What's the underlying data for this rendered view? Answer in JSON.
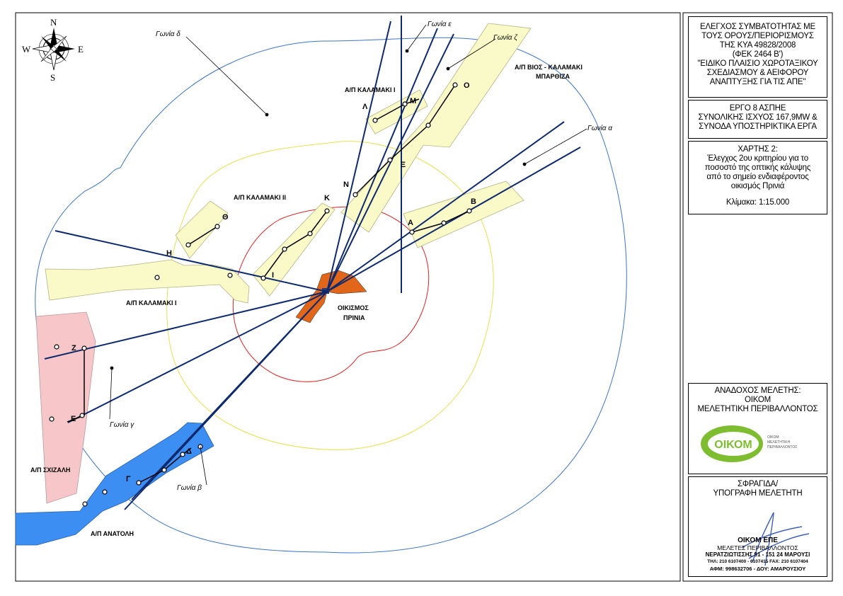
{
  "compass": {
    "n": "N",
    "s": "S",
    "e": "E",
    "w": "W"
  },
  "map_labels": {
    "ap_vios": [
      "Α/Π ΒΙΟΣ - ΚΑΛΑΜΑΚΙ",
      "ΜΠΑΡΘΙΖΑ"
    ],
    "ap_kalamaki_i_top": "Α/Π ΚΑΛΑΜΑΚΙ Ι",
    "ap_kalamaki_ii": "Α/Π ΚΑΛΑΜΑΚΙ ΙΙ",
    "ap_kalamaki_i_left": "Α/Π ΚΑΛΑΜΑΚΙ Ι",
    "oikismos": [
      "ΟΙΚΙΣΜΟΣ",
      "ΠΡΙΝΙΑ"
    ],
    "ap_schizali": "Α/Π ΣΧΙΖΑΛΗ",
    "ap_anatoli": "Α/Π ΑΝΑΤΟΛΗ"
  },
  "angle_labels": {
    "delta": "Γωνία δ",
    "epsilon": "Γωνία ε",
    "zeta": "Γωνία ζ",
    "alpha": "Γωνία α",
    "gamma": "Γωνία γ",
    "beta": "Γωνία β"
  },
  "point_labels": {
    "A": "Α",
    "B": "Β",
    "G": "Γ",
    "D": "Δ",
    "E": "Ε",
    "Z": "Ζ",
    "H": "Η",
    "TH": "Θ",
    "I": "Ι",
    "K": "Κ",
    "L": "Λ",
    "M": "Μ",
    "N": "Ν",
    "XI": "Ξ",
    "O": "Ο"
  },
  "panel": {
    "title_lines": [
      "ΕΛΕΓΧΟΣ ΣΥΜΒΑΤΟΤΗΤΑΣ ΜΕ",
      "ΤΟΥΣ ΟΡΟΥΣ/ΠΕΡΙΟΡΙΣΜΟΥΣ",
      "ΤΗΣ ΚΥΑ 49828/2008",
      "(ΦΕΚ 2464 Β')",
      "\"ΕΙΔΙΚΟ ΠΛΑΙΣΙΟ ΧΩΡΟΤΑΞΙΚΟΥ",
      "ΣΧΕΔΙΑΣΜΟΥ & ΑΕΙΦΟΡΟΥ",
      "ΑΝΑΠΤΥΞΗΣ ΓΙΑ ΤΙΣ ΑΠΕ\""
    ],
    "project_lines": [
      "ΕΡΓΟ 8 ΑΣΠΗΕ",
      "ΣΥΝΟΛΙΚΗΣ ΙΣΧΥΟΣ 167,9MW &",
      "ΣΥΝΟΔΑ ΥΠΟΣΤΗΡΙΚΤΙΚΑ ΕΡΓΑ"
    ],
    "map_title": "ΧΑΡΤΗΣ 2:",
    "map_desc_lines": [
      "Έλεγχος 2ου κριτηρίου για το",
      "ποσοστό της οπτικής κάλυψης",
      "από το σημείο ενδιαφέροντος",
      "οικισμός Πρινιά"
    ],
    "scale": "Κλίμακα:  1:15.000",
    "contractor_lines": [
      "ΑΝΑΔΟΧΟΣ ΜΕΛΕΤΗΣ:",
      "ΟΙΚΟΜ",
      "ΜΕΛΕΤΗΤΙΚΗ ΠΕΡΙΒΑΛΛΟΝΤΟΣ"
    ],
    "logo_text": "ΟΙΚΟΜ",
    "logo_small": [
      "ΟΙΚΟΜ",
      "ΜΕΛΕΤΗΤΙΚΗ",
      "ΠΕΡΙΒΑΛΛΟΝΤΟΣ"
    ],
    "stamp_title_lines": [
      "ΣΦΡΑΓΙΔΑ/",
      "ΥΠΟΓΡΑΦΗ ΜΕΛΕΤΗΤΗ"
    ],
    "stamp_lines": [
      "ΟΙΚΟΜ ΕΠΕ",
      "ΜΕΛΕΤΕΣ ΠΕΡΙΒΑΛΛΟΝΤΟΣ",
      "ΝΕΡΑΤΖΙΩΤΙΣΣΗΣ 91 - 151 24 ΜΑΡΟΥΣΙ",
      "ΤΗΛ: 210 6107400 - 6107415 FAX: 210 6107404",
      "ΑΦΜ: 998632706 - ΔΟΥ: ΑΜΑΡΟΥΣΙΟΥ"
    ]
  },
  "colors": {
    "wind_area": "#fafac8",
    "schizali_area": "#f7c6c8",
    "anatoli_area": "#3c8ef2",
    "settlement": "#e2661a",
    "sight_lines": "#0d2a6e",
    "outer_circle": "#3a74c9",
    "middle_circle": "#e8e04c",
    "inner_circle": "#e02222",
    "logo_green": "#7dbd2f"
  }
}
